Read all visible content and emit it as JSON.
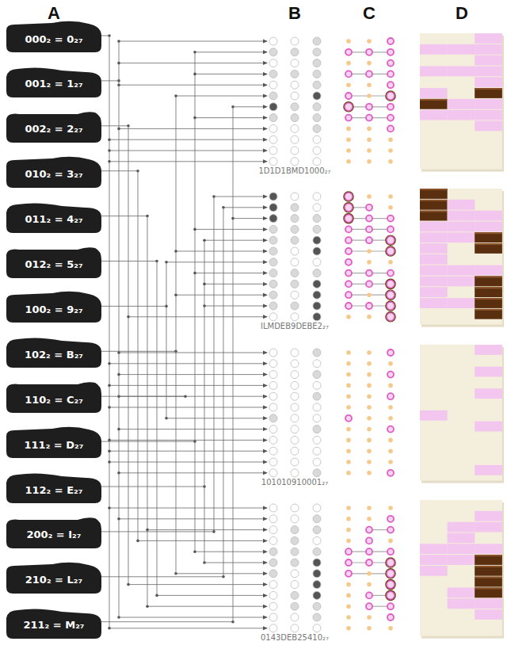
{
  "diagram": {
    "nodes": [
      {
        "text": [
          "000₂ = 0₂₇"
        ]
      },
      {
        "text": [
          "001₂ = 1₂₇"
        ]
      },
      {
        "text": [
          "002₂ = 2₂₇"
        ]
      },
      {
        "text": [
          "010₂ = 3₂₇"
        ]
      },
      {
        "text": [
          "011₂ = 4₂₇"
        ]
      },
      {
        "text": [
          "012₂ = 5₂₇"
        ]
      },
      {
        "text": [
          "100₂ = 9₂₇"
        ]
      },
      {
        "text": [
          "102₂ = B₂₇"
        ]
      },
      {
        "text": [
          "110₂ = C₂₇"
        ]
      },
      {
        "text": [
          "111₂ = D₂₇"
        ]
      },
      {
        "text": [
          "112₂ = E₂₇"
        ]
      },
      {
        "text": [
          "200₂ = I₂₇"
        ]
      },
      {
        "text": [
          "210₂ = L₂₇"
        ]
      },
      {
        "text": [
          "211₂ = M₂₇"
        ]
      }
    ],
    "labels": [
      "A",
      "B",
      "C",
      "D",
      "1D1D1BMD1000₂₇",
      "ILMDEB9DEBE2₂₇",
      "101010910001₂₇",
      "0143DEB25410₂₇"
    ]
  }
}
